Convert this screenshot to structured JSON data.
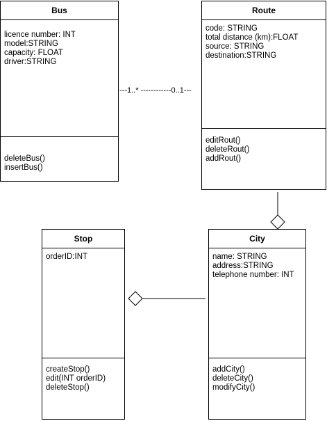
{
  "classes": {
    "bus": {
      "name": "Bus",
      "attributes": [
        "licence number: INT",
        "model:STRING",
        "capacity: FLOAT",
        "driver:STRING"
      ],
      "methods": [
        "deleteBus()",
        "insertBus()"
      ]
    },
    "route": {
      "name": "Route",
      "attributes": [
        "code: STRING",
        "total distance (km):FLOAT",
        "source: STRING",
        "destination:STRING"
      ],
      "methods": [
        "editRout()",
        "deleteRout()",
        "addRout()"
      ]
    },
    "stop": {
      "name": "Stop",
      "attributes": [
        "orderID:INT"
      ],
      "methods": [
        "createStop()",
        "edit(INT orderID)",
        "deleteStop()"
      ]
    },
    "city": {
      "name": "City",
      "attributes": [
        "name: STRING",
        "address:STRING",
        "telephone number: INT"
      ],
      "methods": [
        "addCity()",
        "deleteCity()",
        "modifyCity()"
      ]
    }
  },
  "associations": {
    "bus_route_label": "---1..* ------------0..1---"
  }
}
